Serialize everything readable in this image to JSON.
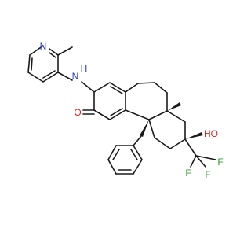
{
  "structure": {
    "atom_labels": [
      {
        "id": "pyridine-n",
        "text": "N",
        "element": "N"
      },
      {
        "id": "amide-nh",
        "text": "N",
        "element": "N"
      },
      {
        "id": "amide-h",
        "text": "H",
        "element": "N"
      },
      {
        "id": "carbonyl-o",
        "text": "O",
        "element": "O"
      },
      {
        "id": "hydroxyl",
        "text": "HO",
        "element": "O"
      },
      {
        "id": "fluorine-1",
        "text": "F",
        "element": "F"
      },
      {
        "id": "fluorine-2",
        "text": "F",
        "element": "F"
      },
      {
        "id": "fluorine-3",
        "text": "F",
        "element": "F"
      }
    ],
    "colors": {
      "bond": "#1a1a1a",
      "nitrogen": "#2b3bd6",
      "oxygen": "#e0201b",
      "fluorine": "#2fa02f"
    }
  }
}
